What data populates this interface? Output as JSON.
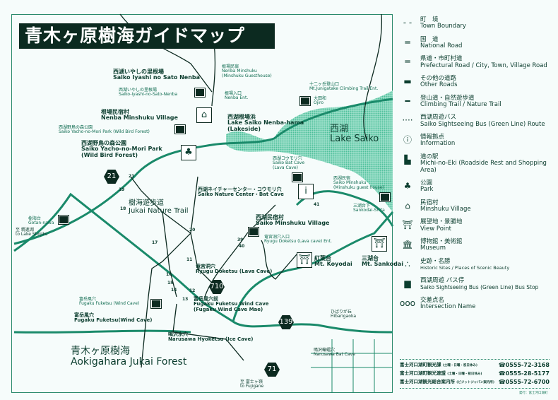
{
  "title": "青木ヶ原樹海ガイドマップ",
  "colors": {
    "ink": "#0c2a20",
    "road": "#1a8a6a",
    "lake": "#5ccaa8",
    "bg": "#f6fcfb"
  },
  "labels": {
    "iyashi_big": {
      "jp": "西湖いやしの里根場",
      "en": "Saiko Iyashi no Sato Nenba"
    },
    "iyashi_stop": {
      "jp": "西湖いやしの里根場",
      "en": "Saiko-Iyashi-no-Sato-Nenba"
    },
    "nenba_village": {
      "jp": "根場民宿村",
      "en": "Nenba Minshuku Village"
    },
    "yacho_stop": {
      "jp": "西湖野鳥の森公園",
      "en": "Saiko Yacho-no-Mori Park (Wild Bird Forest)"
    },
    "yacho_big": {
      "jp": "西湖野鳥の森公園",
      "en": "Saiko Yacho-no-Mori Park",
      "en2": "(Wild Bird Forest)"
    },
    "nenba_minshuku": {
      "jp": "根場民宿",
      "en": "Nenba Minshuku",
      "en2": "(Minshuku Guesthouse)"
    },
    "nenba_ent": {
      "jp": "根場入口",
      "en": "Nenba Ent."
    },
    "nenba_hama": {
      "jp": "西湖根場浜",
      "en": "Lake Saiko Nenba-hama",
      "en2": "(Lakeside)"
    },
    "junigatake": {
      "jp": "十二ヶ岳登山口",
      "en": "Mt.Junigatake Climbing Trail Ent."
    },
    "ojiro": {
      "jp": "大田和",
      "en": "Ojiro"
    },
    "lake_saiko": {
      "jp": "西湖",
      "en": "Lake Saiko"
    },
    "bat_cave_stop": {
      "jp": "西湖コウモリ穴",
      "en": "Saiko Bat Cave",
      "en2": "(Lava Cave)"
    },
    "nature_center": {
      "jp": "西湖ネイチャーセンター・コウモリ穴",
      "en": "Saiko Nature Center・Bat Cave"
    },
    "saiko_minshuku_stop": {
      "jp": "西湖民宿",
      "en": "Saiko Minshuku",
      "en2": "(Minshuku guest house)"
    },
    "sankodai_shita": {
      "jp": "三湖台下",
      "en": "Sankodai-Shita"
    },
    "jukai_trail": {
      "jp": "樹海遊歩道",
      "en": "Jukai Nature Trail"
    },
    "gotan": {
      "jp": "樹海台",
      "en": "Gotan-nawa"
    },
    "shojiko": {
      "jp": "至 精進湖",
      "en": "to Lake Shojiko"
    },
    "saiko_village": {
      "jp": "西湖民宿村",
      "en": "Saiko Minshuku Village"
    },
    "ryugu_ent": {
      "jp": "竜宮洞穴入口",
      "en": "Ryugu Doketsu (Lava cave) Ent."
    },
    "koyodai": {
      "jp": "紅葉台",
      "en": "Mt. Koyodai"
    },
    "sankodai": {
      "jp": "三湖台",
      "en": "Mt. Sankodai"
    },
    "ryugu": {
      "jp": "竜宮洞穴",
      "en": "Ryugu Doketsu (Lava Cave)"
    },
    "fugaku_stop_w": {
      "jp": "富岳風穴",
      "en": "Fugaku Fuketsu (Wind Cave)"
    },
    "fugaku_stop_e": {
      "jp": "富岳風穴前",
      "en": "Fugaku Fuketsu Wind Cave",
      "en2": "(Fugaku Wind Cave Mae)"
    },
    "fugaku": {
      "jp": "富岳風穴",
      "en": "Fugaku Fuketsu(Wind Cave)"
    },
    "narusawa_ice": {
      "jp": "鳴沢氷穴",
      "en": "Narusawa Hyoketsu (Ice Cave)"
    },
    "hibarigaoka": {
      "jp": "ひばりが丘",
      "en": "Hibarigaoka"
    },
    "narusawa_bat": {
      "jp": "鳴沢蝙蝠穴",
      "en": "Narusawa Bat Cave"
    },
    "fujigane": {
      "jp": "至 富士ヶ嶺",
      "en": "to Fujigane"
    },
    "forest": {
      "jp": "青木ヶ原樹海",
      "en": "Aokigahara Jukai Forest"
    }
  },
  "routes": [
    "21",
    "710",
    "139",
    "71"
  ],
  "intersections": [
    "11",
    "12",
    "13",
    "14",
    "15",
    "16",
    "17",
    "18",
    "19",
    "20",
    "21",
    "39",
    "40",
    "41"
  ],
  "legend": [
    {
      "icon": "town-boundary",
      "jp": "町　境",
      "en": "Town Boundary"
    },
    {
      "icon": "national-road",
      "jp": "国　道",
      "en": "National Road"
    },
    {
      "icon": "prefectural-road",
      "jp": "県道・市町村道",
      "en": "Prefectural Road / City, Town, Village Road"
    },
    {
      "icon": "other-road",
      "jp": "その他の道路",
      "en": "Other Roads"
    },
    {
      "icon": "trail",
      "jp": "登山道・自然遊歩道",
      "en": "Climbing Trail / Nature Trail"
    },
    {
      "icon": "bus-route",
      "jp": "西湖周遊バス",
      "en": "Saiko Sightseeing Bus (Green Line) Route"
    },
    {
      "icon": "information",
      "jp": "情報拠点",
      "en": "Information"
    },
    {
      "icon": "michi-no-eki",
      "jp": "道の駅",
      "en": "Michi-no-Eki (Roadside Rest and Shopping Area)"
    },
    {
      "icon": "park",
      "jp": "公園",
      "en": "Park"
    },
    {
      "icon": "minshuku",
      "jp": "民宿村",
      "en": "Minshuku Village"
    },
    {
      "icon": "view-point",
      "jp": "展望地・景勝地",
      "en": "View Point"
    },
    {
      "icon": "museum",
      "jp": "博物館・美術館",
      "en": "Museum"
    },
    {
      "icon": "historic-site",
      "jp": "史跡・名勝",
      "en": "Historic Sites / Places of Scenic Beauty"
    },
    {
      "icon": "bus-stop",
      "jp": "西湖周遊 バス停",
      "en": "Saiko Sightseeing Bus (Green Line) Bus Stop"
    },
    {
      "icon": "intersection",
      "jp": "交差点名",
      "en": "Intersection Name"
    }
  ],
  "contacts": [
    {
      "name": "富士河口湖町観光課",
      "note": "(土曜・日曜・祝日休み)",
      "phone": "☎0555-72-3168"
    },
    {
      "name": "富士河口湖町観光連盟",
      "note": "(土曜・日曜・祝日休み)",
      "phone": "☎0555-28-5177"
    },
    {
      "name": "富士河口湖観光総合案内所",
      "note": "(ビジットジャパン案内所)",
      "phone": "☎0555-72-6700"
    }
  ],
  "footer": "発行：富士河口湖町"
}
